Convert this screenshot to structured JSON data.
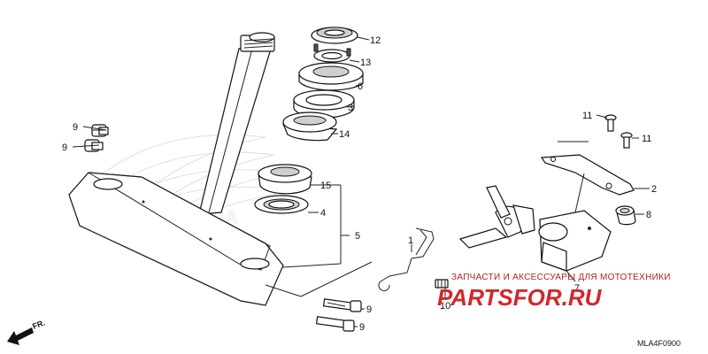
{
  "callouts": [
    {
      "id": "12",
      "text": "12"
    },
    {
      "id": "13",
      "text": "13"
    },
    {
      "id": "6",
      "text": "6"
    },
    {
      "id": "3",
      "text": "3"
    },
    {
      "id": "14",
      "text": "14"
    },
    {
      "id": "9a",
      "text": "9"
    },
    {
      "id": "9b",
      "text": "9"
    },
    {
      "id": "15",
      "text": "15"
    },
    {
      "id": "4",
      "text": "4"
    },
    {
      "id": "5",
      "text": "5"
    },
    {
      "id": "1",
      "text": "1"
    },
    {
      "id": "10",
      "text": "10"
    },
    {
      "id": "9c",
      "text": "9"
    },
    {
      "id": "9d",
      "text": "9"
    },
    {
      "id": "11a",
      "text": "11"
    },
    {
      "id": "11b",
      "text": "11"
    },
    {
      "id": "2",
      "text": "2"
    },
    {
      "id": "8",
      "text": "8"
    },
    {
      "id": "7",
      "text": "7"
    }
  ],
  "watermark": {
    "tagline": "ЗАПЧАСТИ И АКСЕССУАРЫ ДЛЯ МОТОТЕХНИКИ",
    "brand": "PARTSFOR.RU",
    "color": "#d2282c"
  },
  "background_logo": "HONDA",
  "direction_marker": "FR.",
  "diagram_code": "MLA4F0900"
}
